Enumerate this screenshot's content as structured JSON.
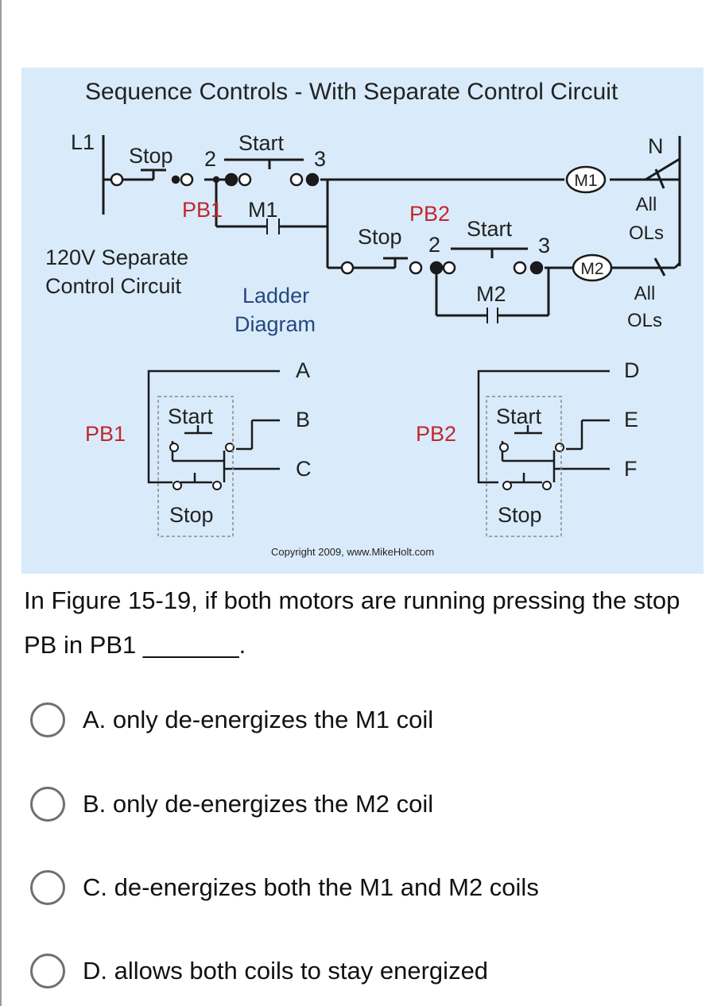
{
  "figure": {
    "title": "Sequence Controls - With Separate Control Circuit",
    "labels": {
      "l1": "L1",
      "n": "N",
      "pb1": "PB1",
      "pb2": "PB2",
      "start": "Start",
      "stop": "Stop",
      "num2": "2",
      "num3": "3",
      "m1": "M1",
      "m2": "M2",
      "all": "All",
      "ols": "OLs",
      "control_line1": "120V Separate",
      "control_line2": "Control Circuit",
      "ladder_line1": "Ladder",
      "ladder_line2": "Diagram",
      "a": "A",
      "b": "B",
      "c": "C",
      "d": "D",
      "e": "E",
      "f": "F"
    },
    "copyright": "Copyright 2009, www.MikeHolt.com",
    "colors": {
      "background": "#d9ebfa",
      "red_label": "#c0282d",
      "blue_label": "#27487f",
      "line": "#1a1a1a"
    }
  },
  "question": {
    "text": "In Figure 15-19, if both motors are running pressing the stop PB in PB1 _______."
  },
  "options": [
    {
      "letter": "A.",
      "text": "only de-energizes the M1 coil"
    },
    {
      "letter": "B.",
      "text": "only de-energizes the M2 coil"
    },
    {
      "letter": "C.",
      "text": "de-energizes both the M1 and M2 coils"
    },
    {
      "letter": "D.",
      "text": "allows both coils to stay energized"
    }
  ]
}
